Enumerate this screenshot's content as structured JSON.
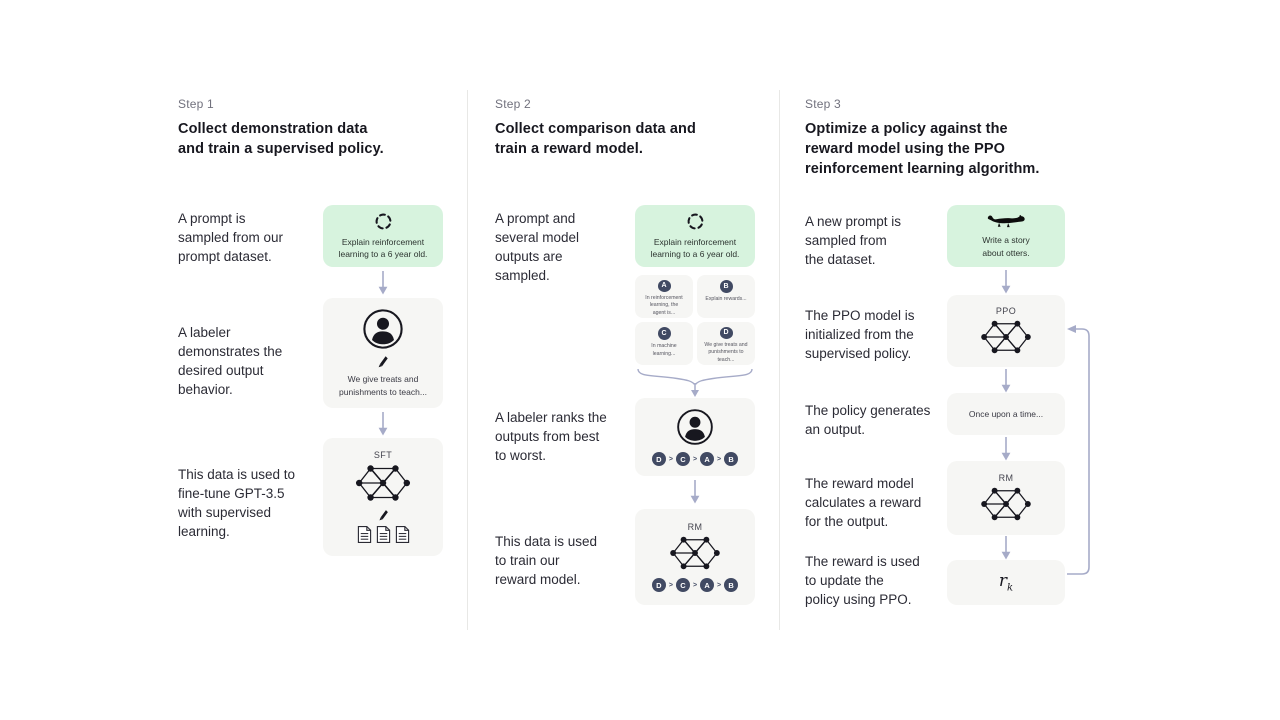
{
  "colors": {
    "background": "#ffffff",
    "prompt_box_green": "#d7f3de",
    "process_box_gray": "#f6f6f4",
    "arrow": "#a6abc8",
    "rank_circle_navy": "#414a63",
    "heading_text": "#17171f",
    "step_label_text": "#71717d",
    "divider": "#e8e8e6"
  },
  "icons": {
    "sampling-icon": "dashed-circle",
    "labeler-icon": "person-in-circle",
    "pen-icon": "writing-pen",
    "documents-icon": "three-pages",
    "network-icon": "neural-network",
    "otter-icon": "otter-silhouette",
    "arrow-down-icon": "downward-arrow",
    "brace-merge-icon": "converging-brace-arrow",
    "loop-arrow-icon": "feedback-loop-arrow"
  },
  "steps": [
    {
      "step_label": "Step 1",
      "heading": "Collect demonstration data\nand train a supervised policy.",
      "labels": [
        "A prompt is\nsampled from our\nprompt dataset.",
        "A labeler\ndemonstrates the\ndesired output\nbehavior.",
        "This data is used to\nfine-tune GPT-3.5\nwith supervised\nlearning."
      ],
      "prompt_text": "Explain reinforcement\nlearning to a 6 year old.",
      "labeler_text": "We give treats and\npunishments to teach...",
      "model_label": "SFT"
    },
    {
      "step_label": "Step 2",
      "heading": "Collect comparison data and\ntrain a reward model.",
      "labels": [
        "A prompt and\nseveral model\noutputs are\nsampled.",
        "A labeler ranks the\noutputs from best\nto worst.",
        "This data is used\nto train our\nreward model."
      ],
      "prompt_text": "Explain reinforcement\nlearning to a 6 year old.",
      "outputs": [
        {
          "id": "A",
          "text": "In reinforcement\nlearning, the\nagent is..."
        },
        {
          "id": "B",
          "text": "Explain rewards..."
        },
        {
          "id": "C",
          "text": "In machine\nlearning..."
        },
        {
          "id": "D",
          "text": "We give treats and\npunishments to\nteach..."
        }
      ],
      "ranking": [
        "D",
        "C",
        "A",
        "B"
      ],
      "ranking_separator": ">",
      "model_label": "RM"
    },
    {
      "step_label": "Step 3",
      "heading": "Optimize a policy against the\nreward model using the PPO\nreinforcement learning algorithm.",
      "labels": [
        "A new prompt is\nsampled from\nthe dataset.",
        "The PPO model is\ninitialized from the\nsupervised policy.",
        "The policy generates\nan output.",
        "The reward model\ncalculates a reward\nfor the output.",
        "The reward is used\nto update the\npolicy using PPO."
      ],
      "prompt_text": "Write a story\nabout otters.",
      "ppo_label": "PPO",
      "output_text": "Once upon a time...",
      "rm_label": "RM",
      "reward_symbol": "r",
      "reward_subscript": "k"
    }
  ]
}
